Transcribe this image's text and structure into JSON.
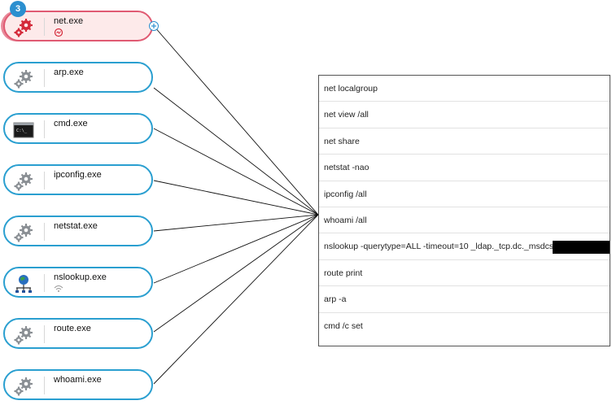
{
  "process_nodes": [
    {
      "name": "net.exe",
      "icon": "gear-red-icon",
      "badge": "3",
      "active": true,
      "sub_icon": "alert-circle-icon"
    },
    {
      "name": "arp.exe",
      "icon": "gear-icon"
    },
    {
      "name": "cmd.exe",
      "icon": "terminal-icon"
    },
    {
      "name": "ipconfig.exe",
      "icon": "gear-icon"
    },
    {
      "name": "netstat.exe",
      "icon": "gear-icon"
    },
    {
      "name": "nslookup.exe",
      "icon": "network-globe-icon",
      "sub_icon": "wifi-icon"
    },
    {
      "name": "route.exe",
      "icon": "gear-icon"
    },
    {
      "name": "whoami.exe",
      "icon": "gear-icon"
    }
  ],
  "commands": [
    "net localgroup",
    "net view /all",
    "net share",
    "netstat -nao",
    "ipconfig /all",
    "whoami /all",
    "nslookup -querytype=ALL -timeout=10 _ldap._tcp.dc._msdcs.",
    "route print",
    "arp -a",
    "cmd /c set"
  ],
  "colors": {
    "node_border": "#2a9fd0",
    "active_border": "#e05a72",
    "active_fill": "#fdeaea",
    "badge": "#2b8fcf",
    "redaction": "#000000"
  }
}
